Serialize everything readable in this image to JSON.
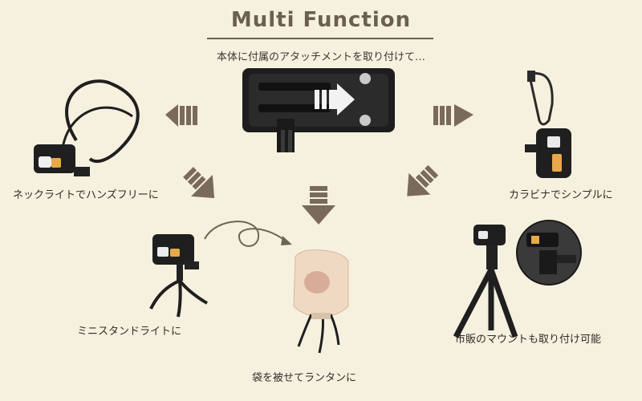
{
  "title": "Multi Function",
  "subtitle": "本体に付属のアタッチメントを取り付けて…",
  "captions": {
    "neck": "ネックライトでハンズフリーに",
    "carabiner": "カラビナでシンプルに",
    "mini_stand": "ミニスタンドライトに",
    "bag": "袋を被せてランタンに",
    "mount": "市販のマウントも取り付け可能"
  },
  "colors": {
    "background": "#f6f1df",
    "arrow": "#7a6a5c",
    "device": "#1d1d1d"
  }
}
